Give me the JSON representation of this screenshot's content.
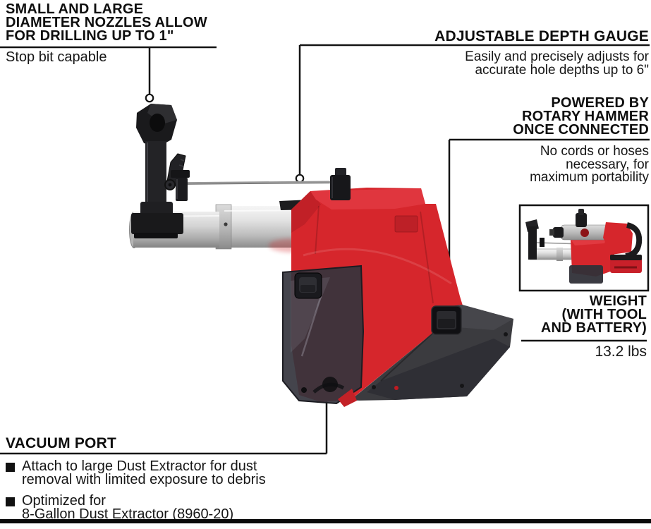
{
  "meta": {
    "description_visible": false
  },
  "colors": {
    "background": "#ffffff",
    "text": "#0e0e0e",
    "callout_line": "#141414",
    "brand_red": "#d6262c",
    "tool_dark": "#3b3b3f",
    "bottom_bar": "#0a0a0a"
  },
  "callouts": {
    "nozzles": {
      "heading_lines": [
        "SMALL AND LARGE",
        "DIAMETER NOZZLES ALLOW",
        "FOR DRILLING UP TO 1\""
      ],
      "body": "Stop bit capable"
    },
    "depth_gauge": {
      "heading": "ADJUSTABLE DEPTH GAUGE",
      "body_lines": [
        "Easily and precisely adjusts for",
        "accurate hole depths up to 6\""
      ]
    },
    "powered_by": {
      "heading_lines": [
        "POWERED BY",
        "ROTARY HAMMER",
        "ONCE CONNECTED"
      ],
      "body_lines": [
        "No cords or hoses",
        "necessary, for",
        "maximum portability"
      ]
    },
    "weight": {
      "heading_lines": [
        "WEIGHT",
        "(WITH TOOL",
        "AND BATTERY)"
      ],
      "value": "13.2 lbs"
    },
    "vacuum_port": {
      "heading": "VACUUM PORT",
      "bullets": [
        {
          "line1": "Attach to large Dust Extractor for dust",
          "line2": "removal with limited exposure to debris"
        },
        {
          "line1": "Optimized for",
          "line2": "8-Gallon Dust Extractor (8960-20)"
        }
      ]
    }
  }
}
